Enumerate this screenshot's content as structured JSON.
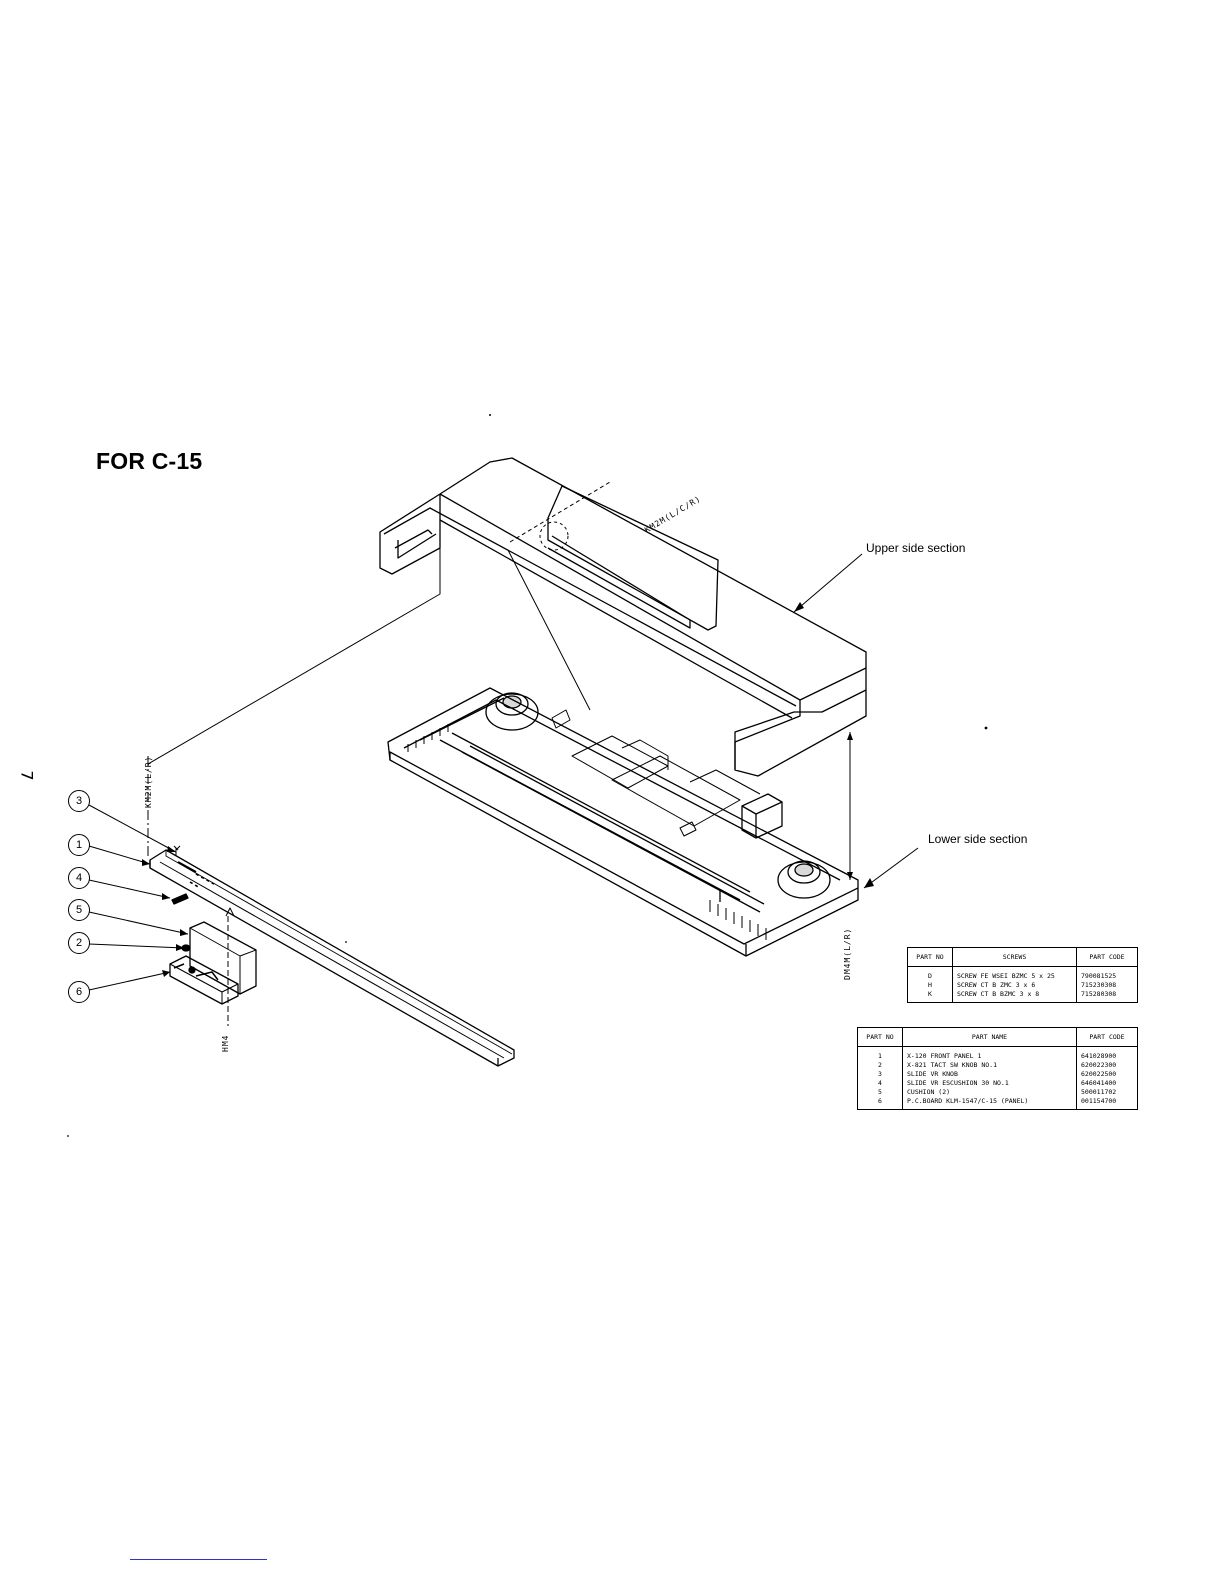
{
  "title": "FOR C-15",
  "page_number": "7",
  "callouts": {
    "upper": "Upper side section",
    "lower": "Lower side section"
  },
  "screw_labels": {
    "km2m_top": "KM2M(L/C/R)",
    "km2m_left": "KM2M(L/R)",
    "dm4m_right": "DM4M(L/R)",
    "hm4": "HM4"
  },
  "bubbles": [
    "3",
    "1",
    "4",
    "5",
    "2",
    "6"
  ],
  "screws_table": {
    "headers": [
      "PART NO",
      "SCREWS",
      "PART CODE"
    ],
    "rows": [
      [
        "D",
        "SCREW FE WSEI BZMC 5 x 25",
        "790081525"
      ],
      [
        "H",
        "SCREW CT B ZMC 3 x 6",
        "715230308"
      ],
      [
        "K",
        "SCREW CT B BZMC 3 x 8",
        "715280308"
      ]
    ]
  },
  "parts_table": {
    "headers": [
      "PART NO",
      "PART NAME",
      "PART CODE"
    ],
    "rows": [
      [
        "1",
        "X-120 FRONT PANEL 1",
        "641028900"
      ],
      [
        "2",
        "X-821 TACT SW KNOB NO.1",
        "620022300"
      ],
      [
        "3",
        "SLIDE VR KNOB",
        "620022500"
      ],
      [
        "4",
        "SLIDE VR ESCUSHION 30 NO.1",
        "646041400"
      ],
      [
        "5",
        "CUSHION (2)",
        "500011702"
      ],
      [
        "6",
        "P.C.BOARD KLM-1547/C-15 (PANEL)",
        "001154700"
      ]
    ]
  }
}
